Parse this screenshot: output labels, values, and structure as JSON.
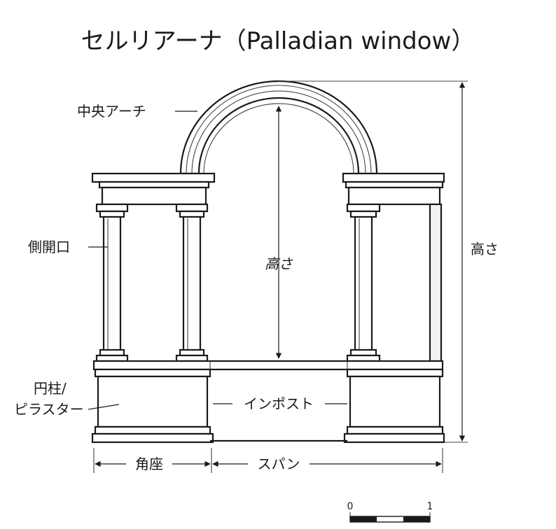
{
  "title": "セルリアーナ（Palladian window）",
  "labels": {
    "central_arch": "中央アーチ",
    "side_opening": "側開口",
    "height_right": "高さ",
    "height_center": "高さ",
    "column_pilaster_line1": "円柱/",
    "column_pilaster_line2": "ピラスター",
    "impost": "インポスト",
    "pedestal": "角座",
    "span": "スパン"
  },
  "scale_bar": {
    "start": "0",
    "end": "1"
  },
  "colors": {
    "ink": "#1a1a1a",
    "paper": "#ffffff",
    "shade": "#f2f2f2"
  }
}
